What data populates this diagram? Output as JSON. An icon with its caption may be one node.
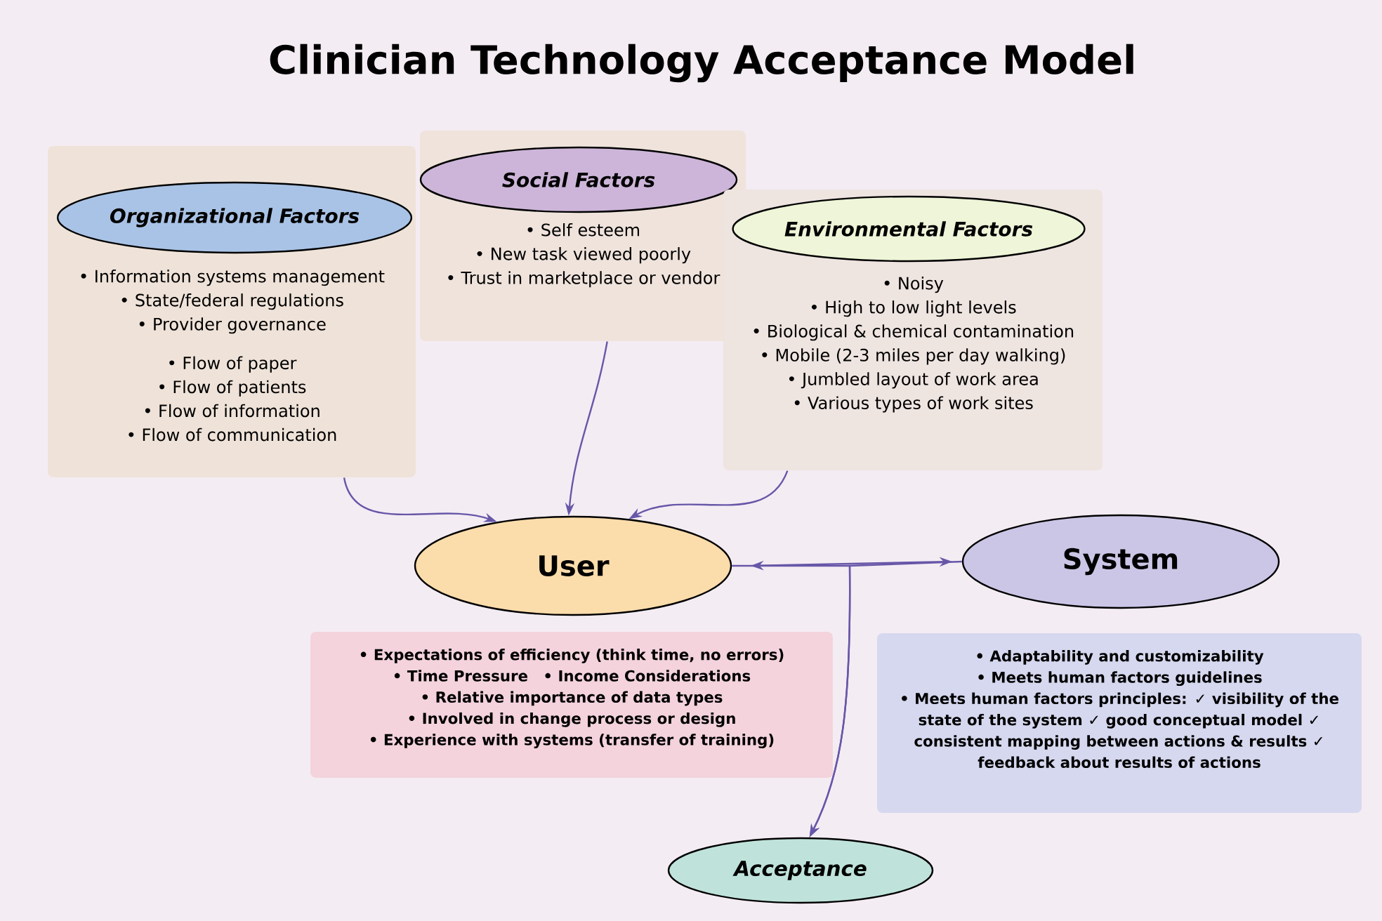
{
  "diagram": {
    "title": "Clinician Technology Acceptance Model",
    "nodes": [
      {
        "text": [
          "• Information systems management",
          "• State/federal regulations",
          "• Provider governance",
          "• Flow of paper",
          "• Flow of patients",
          "• Flow of information",
          "• Flow of communication"
        ]
      },
      {
        "text": [
          "Organizational Factors"
        ],
        "in": 0
      },
      {
        "text": [
          "• Self esteem",
          "• New task viewed poorly",
          "• Trust in marketplace or vendor"
        ]
      },
      {
        "text": [
          "Social Factors"
        ],
        "in": 2
      },
      {
        "text": [
          "• Noisy",
          "• High to low light levels",
          "• Biological & chemical contamination",
          "• Mobile (2-3 miles per day walking)",
          "• Jumbled layout of work area",
          "• Various types of work sites"
        ]
      },
      {
        "text": [
          "Environmental Factors"
        ],
        "in": 4
      },
      {
        "text": [
          "User"
        ]
      },
      {
        "text": [
          "• Expectations of efficiency (think time, no errors)",
          "• Time Pressure",
          "• Income Considerations",
          "• Relative importance of data types",
          "• Involved in change process or design",
          "• Experience with systems (transfer of training)"
        ]
      },
      {
        "text": [
          "System"
        ]
      },
      {
        "text": [
          "• Adaptability and customizability",
          "• Meets human factors guidelines",
          "• Meets human factors principles: ✓ visibility of the state of the system ✓ good conceptual model ✓ consistent mapping between actions & results ✓ feedback about results of actions"
        ]
      },
      {
        "text": [
          "Acceptance"
        ]
      }
    ],
    "edges": [
      {
        "from": 0,
        "to": 6,
        "arrow": "to"
      },
      {
        "from": 2,
        "to": 6,
        "arrow": "to"
      },
      {
        "from": 4,
        "to": 6,
        "arrow": "to"
      },
      {
        "from": 6,
        "to": 8,
        "arrow": "both"
      },
      {
        "from": 6,
        "to": 10,
        "arrow": "to"
      },
      {
        "from": 8,
        "to": 10,
        "arrow": "to"
      }
    ]
  }
}
